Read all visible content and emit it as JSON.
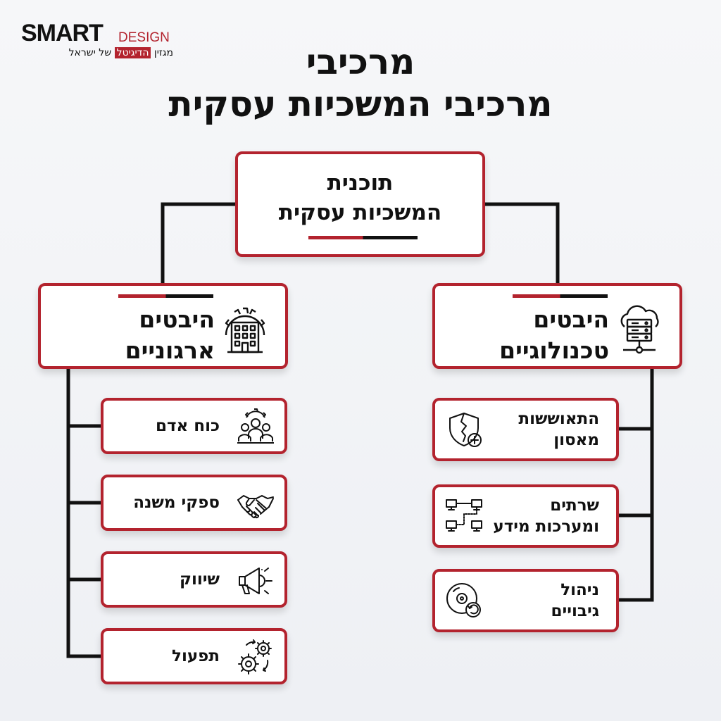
{
  "logo": {
    "brand_main": "SMART",
    "brand_accent": "DESIGN",
    "tagline_before": "מגזין ",
    "tagline_highlight": "הדיגיטל",
    "tagline_after": " של ישראל"
  },
  "title": {
    "line1": "מרכיבי",
    "line2": "מרכיבי המשכיות עסקית"
  },
  "root": {
    "line1": "תוכנית",
    "line2": "המשכיות עסקית"
  },
  "organizational": {
    "line1": "היבטים",
    "line2": "ארגוניים",
    "icon": "building-gear-icon",
    "items": [
      {
        "label": "כוח אדם",
        "icon": "people-gear-icon"
      },
      {
        "label": "ספקי משנה",
        "icon": "handshake-icon"
      },
      {
        "label": "שיווק",
        "icon": "megaphone-icon"
      },
      {
        "label": "תפעול",
        "icon": "gears-icon"
      }
    ]
  },
  "technological": {
    "line1": "היבטים",
    "line2": "טכנולוגיים",
    "icon": "cloud-server-icon",
    "items": [
      {
        "line1": "התאוששות",
        "line2": "מאסון",
        "icon": "broken-shield-icon"
      },
      {
        "line1": "שרתים",
        "line2": "ומערכות מידע",
        "icon": "network-computers-icon"
      },
      {
        "line1": "ניהול",
        "line2": "גיבויים",
        "icon": "backup-disc-icon"
      }
    ]
  },
  "colors": {
    "accent": "#b3232e",
    "line": "#111111",
    "box_bg": "#ffffff"
  }
}
